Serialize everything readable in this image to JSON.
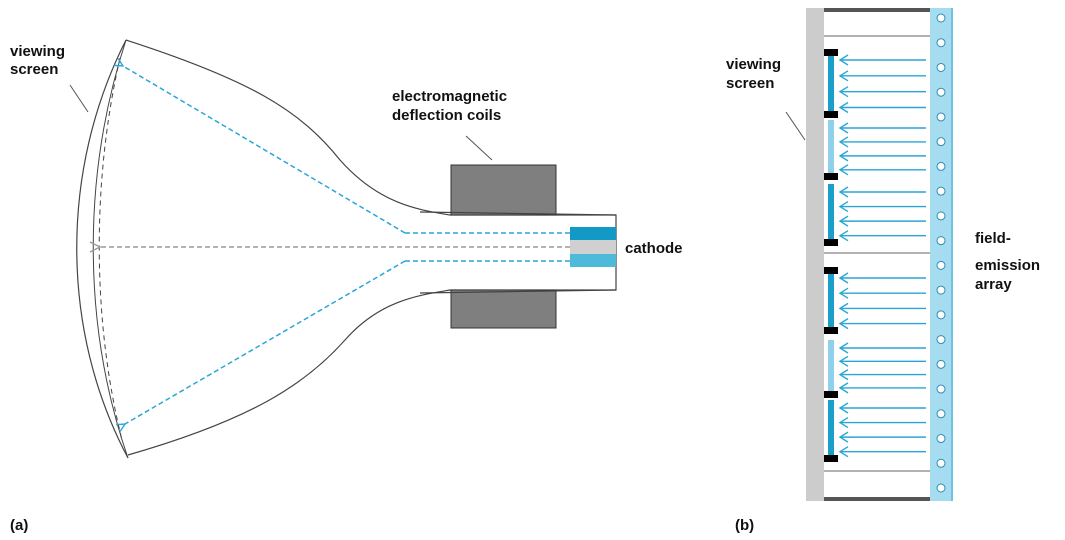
{
  "panel_a": {
    "tag": "(a)",
    "labels": {
      "viewing_screen": [
        "viewing",
        "screen"
      ],
      "deflection_coils": [
        "electromagnetic",
        "deflection coils"
      ],
      "cathode": "cathode"
    }
  },
  "panel_b": {
    "tag": "(b)",
    "labels": {
      "viewing_screen": [
        "viewing",
        "screen"
      ],
      "field_emission_array": [
        "field-",
        "emission",
        "array"
      ]
    },
    "emitter_count": 20
  },
  "colors": {
    "beam_blue": "#2aa6d6",
    "beam_gray": "#9a9a9a",
    "cathode_dark": "#1399c6",
    "cathode_light": "#4dbad9",
    "coil_gray": "#7f7f7f",
    "screen_gray": "#cccccc",
    "emitter_plate": "#a6dcef",
    "phosphor_blue": "#1a9fc9",
    "black_matrix": "#000000"
  }
}
